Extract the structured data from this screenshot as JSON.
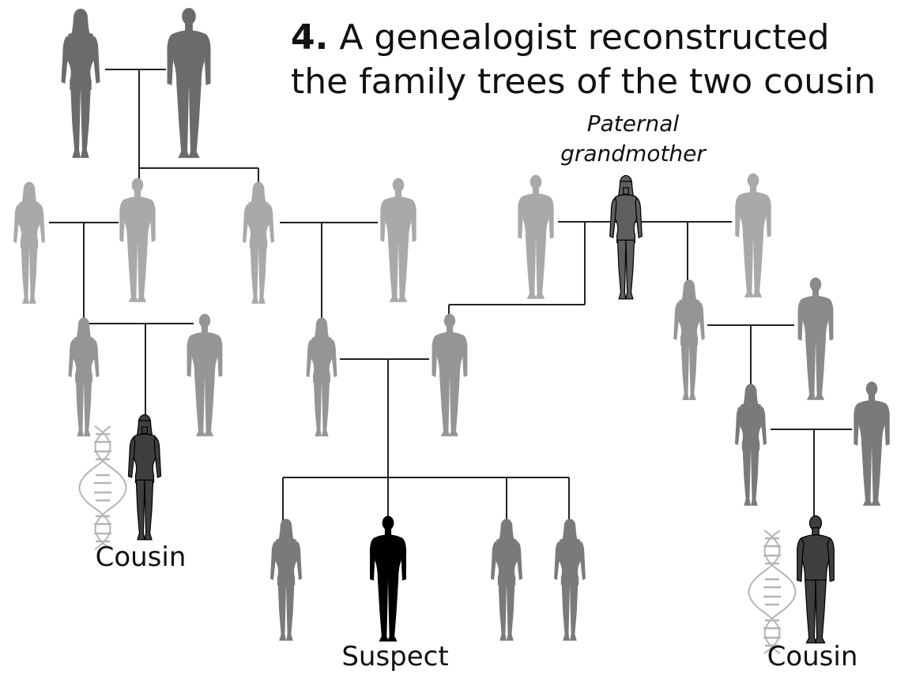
{
  "title": {
    "number": "4.",
    "line1": "A genealogist reconstructed",
    "line2": "the family trees of the two cousin"
  },
  "labels": {
    "paternal_grandmother_line1": "Paternal",
    "paternal_grandmother_line2": "grandmother",
    "cousin_left": "Cousin",
    "suspect": "Suspect",
    "cousin_right": "Cousin"
  },
  "colors": {
    "ancestor_dark": "#6b6b6b",
    "relative_light": "#a9a9a9",
    "relative_mid": "#7a7a7a",
    "cousin": "#3e3e3e",
    "suspect": "#000000",
    "grandmother": "#5e5e5e",
    "dna": "#b5b5b5",
    "line": "#222222"
  }
}
